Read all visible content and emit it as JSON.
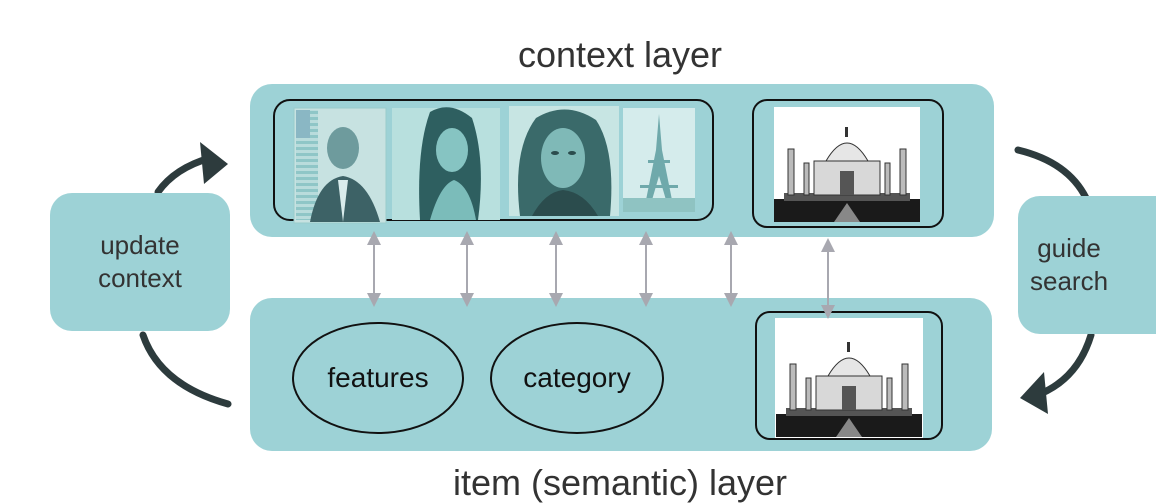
{
  "title_top": "context layer",
  "title_bottom": "item (semantic) layer",
  "left_box": {
    "line1": "update",
    "line2": "context"
  },
  "right_box": {
    "line1": "guide",
    "line2": "search"
  },
  "item_nodes": [
    "features",
    "category"
  ],
  "colors": {
    "panel": "#9dd2d6",
    "arrow": "#a8a8b0",
    "curve": "#2d3b3d",
    "text": "#333333",
    "photo_tint": "#8ecfcf"
  },
  "context_images": [
    {
      "name": "portrait-man-flag"
    },
    {
      "name": "portrait-woman-1"
    },
    {
      "name": "portrait-woman-2"
    },
    {
      "name": "eiffel-tower"
    }
  ],
  "target_image": "taj-mahal"
}
